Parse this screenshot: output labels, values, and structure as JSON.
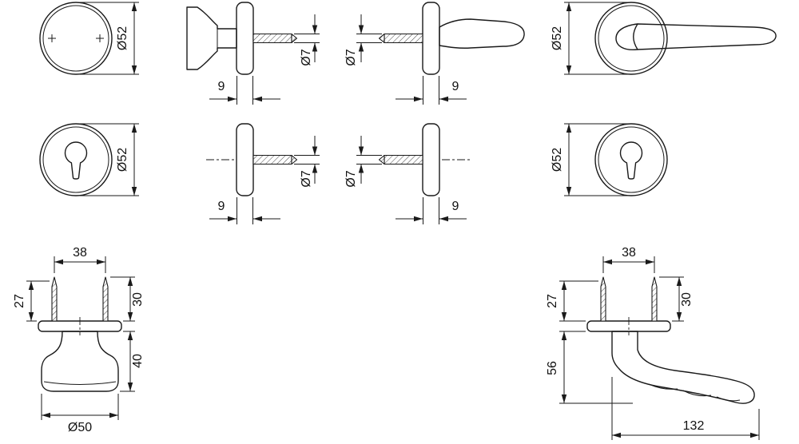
{
  "views": {
    "knob_rosette_front": {
      "diameter": "Ø52"
    },
    "knob_side": {
      "rosette_thickness": "9",
      "screw_diameter": "Ø7"
    },
    "lever_side": {
      "screw_diameter": "Ø7",
      "rosette_thickness": "9"
    },
    "lever_rosette_front": {
      "diameter": "Ø52"
    },
    "key_rosette_front_left": {
      "diameter": "Ø52"
    },
    "key_rosette_side_left": {
      "rosette_thickness": "9",
      "screw_diameter": "Ø7"
    },
    "key_rosette_side_right": {
      "screw_diameter": "Ø7",
      "rosette_thickness": "9"
    },
    "key_rosette_front_right": {
      "diameter": "Ø52"
    },
    "knob_elevation": {
      "screw_spacing": "38",
      "screw_length_left": "27",
      "screw_length_right": "30",
      "knob_height": "40",
      "knob_diameter": "Ø50"
    },
    "lever_elevation": {
      "screw_spacing": "38",
      "screw_length_left": "27",
      "screw_length_right": "30",
      "handle_depth": "56",
      "handle_length": "132"
    }
  },
  "colors": {
    "line": "#1a1a1a",
    "background": "#ffffff"
  }
}
